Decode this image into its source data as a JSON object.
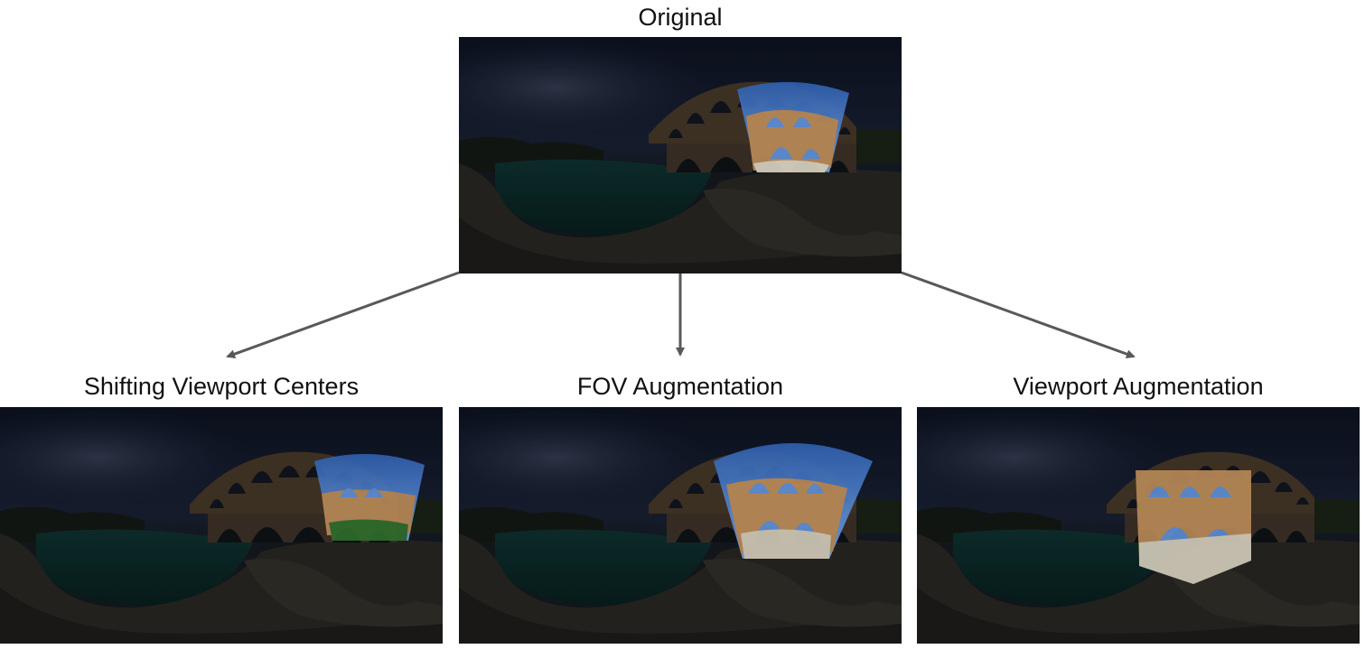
{
  "title": "Original",
  "panels": [
    {
      "label": "Shifting Viewport Centers"
    },
    {
      "label": "FOV Augmentation"
    },
    {
      "label": "Viewport Augmentation"
    }
  ],
  "colors": {
    "sky": "#131a2b",
    "arrow": "#595959",
    "stone": "#4a3b2b",
    "water": "#0c2a2a",
    "rock": "#2a2824",
    "highlight_sky": "#3f78c9",
    "highlight_stone": "#c89a62"
  }
}
